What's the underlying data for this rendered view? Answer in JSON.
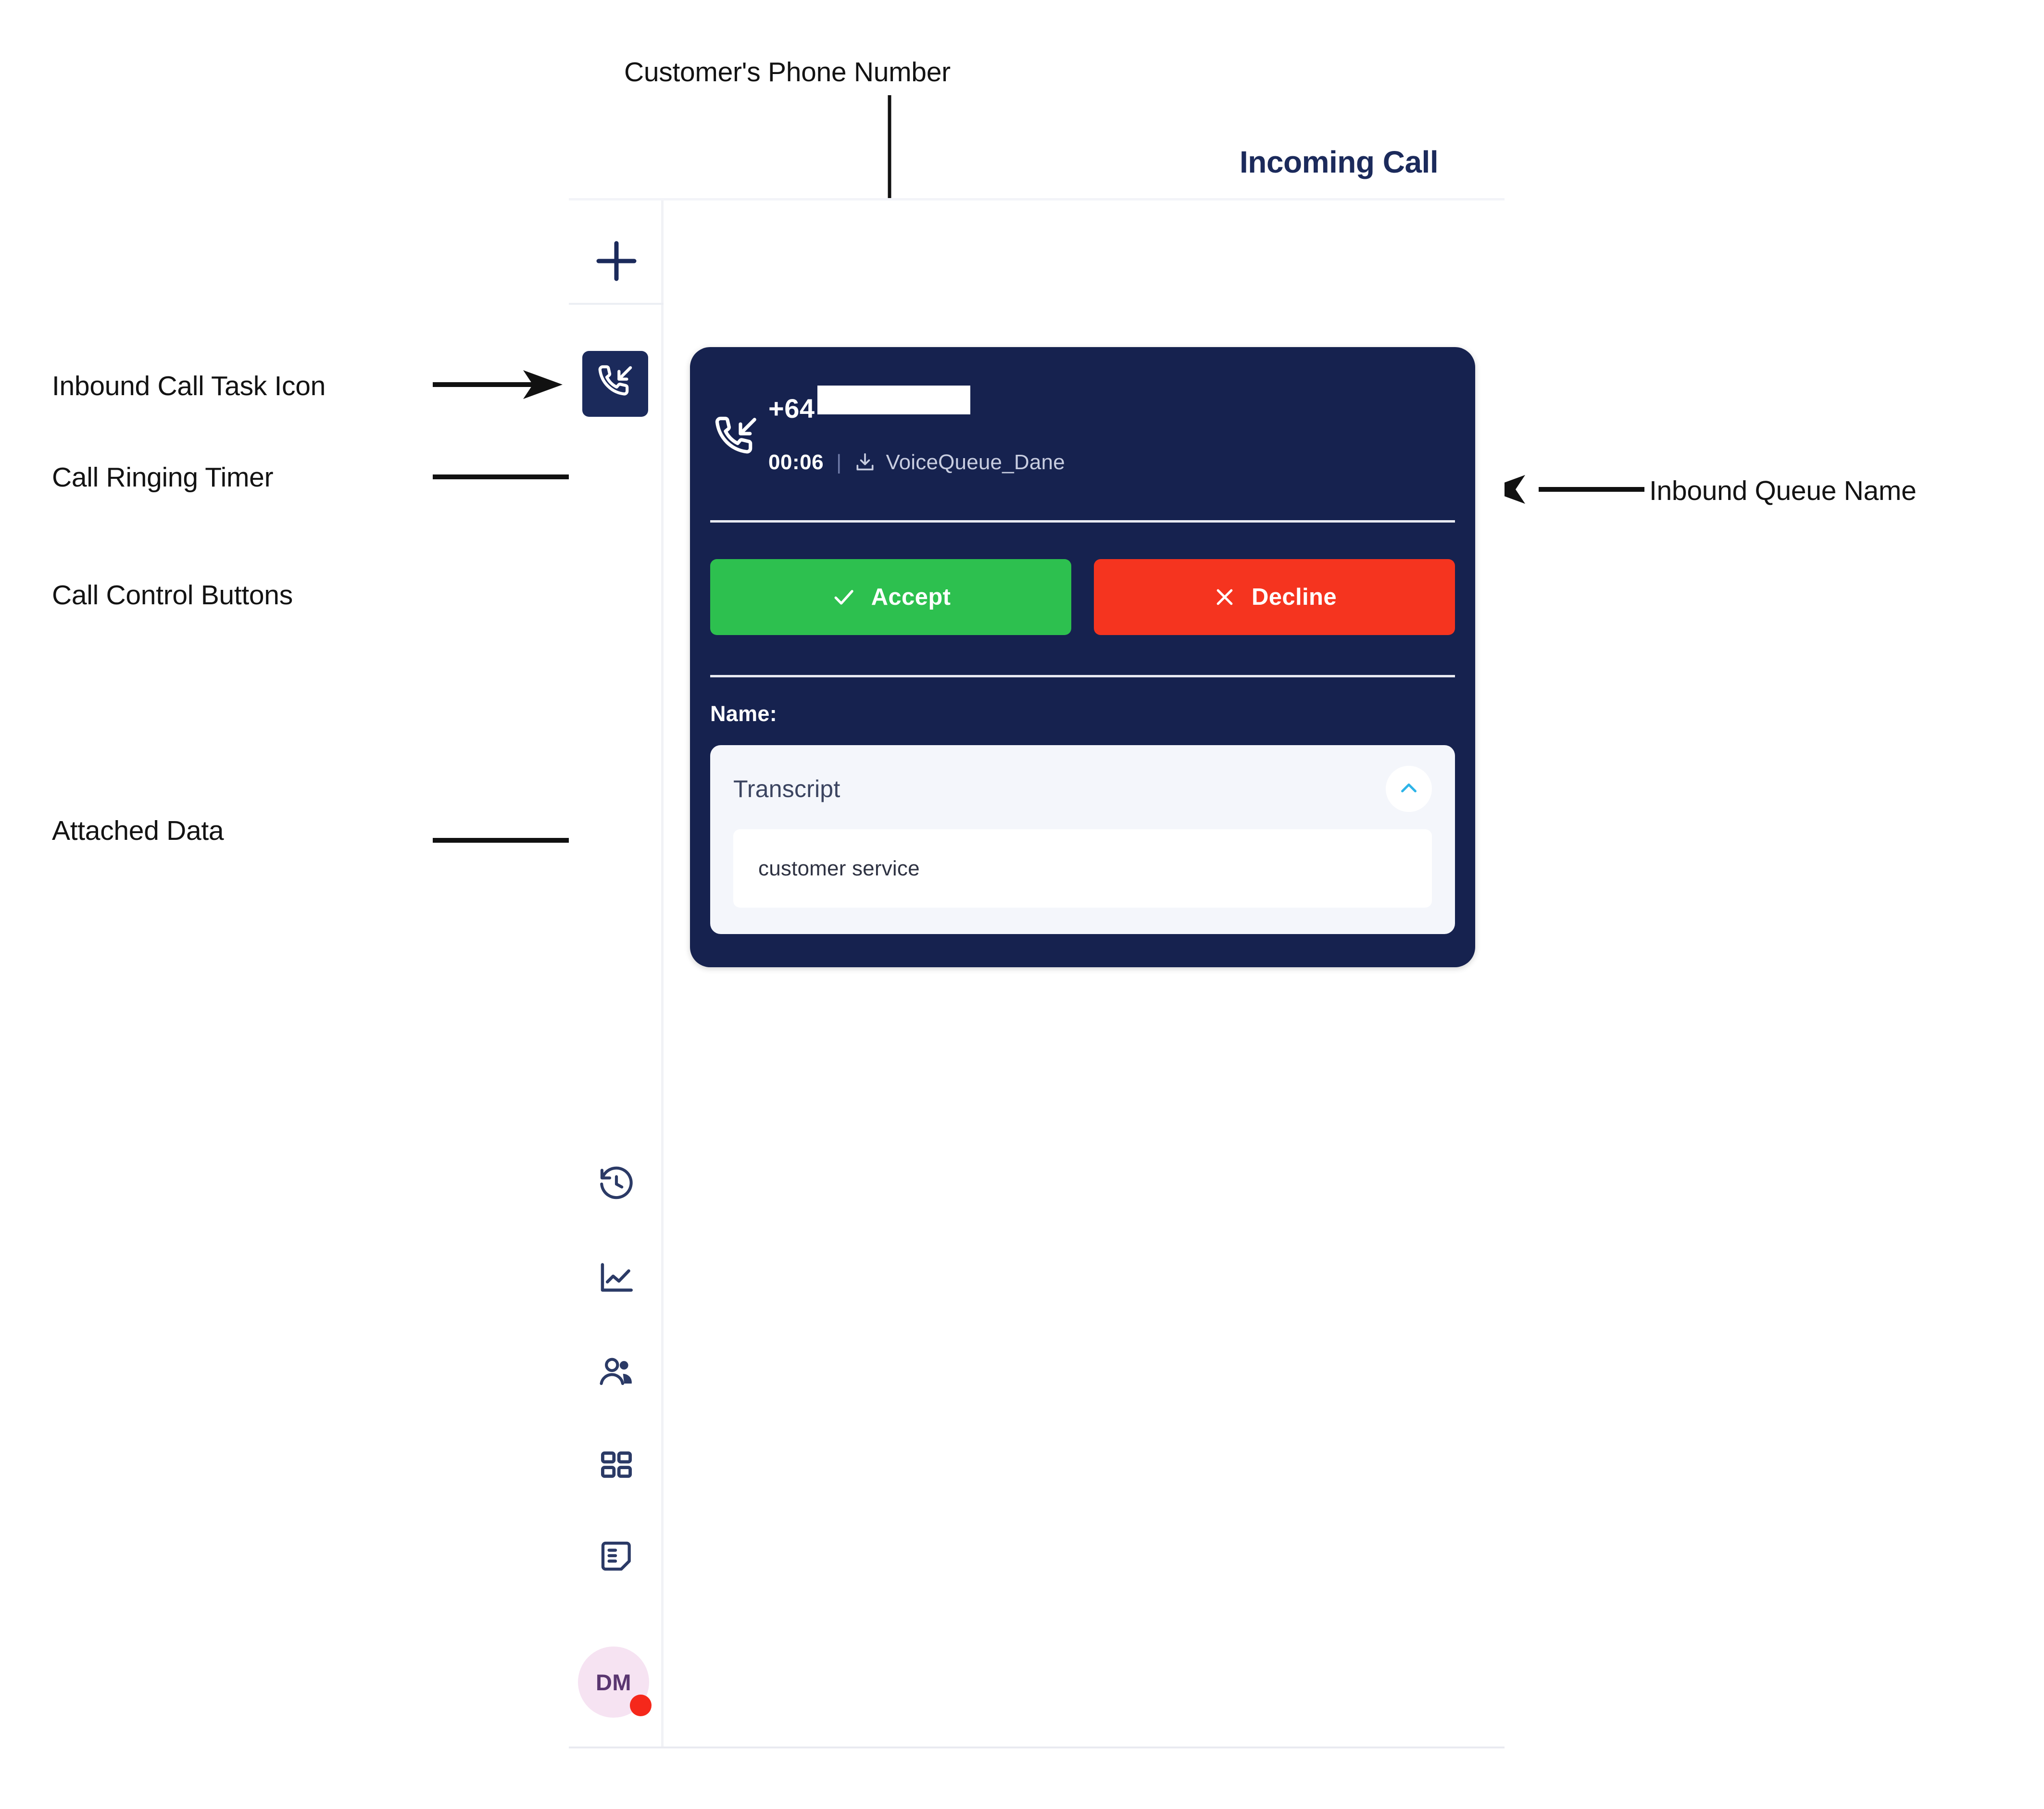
{
  "header": {
    "title": "Incoming Call"
  },
  "annotations": [
    {
      "id": "customers-phone-number",
      "label": "Customer's Phone Number"
    },
    {
      "id": "inbound-call-task-icon",
      "label": "Inbound Call Task Icon"
    },
    {
      "id": "call-ringing-timer",
      "label": "Call Ringing Timer"
    },
    {
      "id": "call-control-buttons",
      "label": "Call Control Buttons"
    },
    {
      "id": "attached-data",
      "label": "Attached Data"
    },
    {
      "id": "inbound-queue-name",
      "label": "Inbound Queue Name"
    }
  ],
  "sidebar": {
    "add_icon": "plus-icon",
    "active_task": {
      "icon": "inbound-call-icon",
      "label": "Inbound Call Task"
    },
    "items": [
      {
        "icon": "history-icon",
        "label": "History"
      },
      {
        "icon": "line-chart-icon",
        "label": "Insights"
      },
      {
        "icon": "contacts-icon",
        "label": "Contacts"
      },
      {
        "icon": "grid-apps-icon",
        "label": "Apps"
      },
      {
        "icon": "notes-icon",
        "label": "Notes"
      }
    ],
    "avatar": {
      "initials": "DM",
      "status": "busy",
      "status_color": "#f5281b",
      "background": "#f6e3f2"
    }
  },
  "call_card": {
    "direction_icon": "inbound-call-icon",
    "phone_number": "+64",
    "phone_number_redacted": true,
    "timer": "00:06",
    "separator": "|",
    "queue_icon": "queue-download-icon",
    "queue_name": "VoiceQueue_Dane",
    "buttons": [
      {
        "id": "accept",
        "label": "Accept",
        "icon": "check-icon",
        "color": "#2dc04f"
      },
      {
        "id": "decline",
        "label": "Decline",
        "icon": "x-icon",
        "color": "#f5341f"
      }
    ],
    "name_label": "Name:",
    "attached_data": {
      "title": "Transcript",
      "collapse_icon": "chevron-up-icon",
      "collapse_icon_color": "#2eb4e8",
      "value": "customer service"
    }
  },
  "colors": {
    "card_background": "#16224f",
    "brand_navy": "#1b2a5b",
    "accept_green": "#2dc04f",
    "decline_red": "#f5341f",
    "panel_light": "#f4f6fb"
  }
}
